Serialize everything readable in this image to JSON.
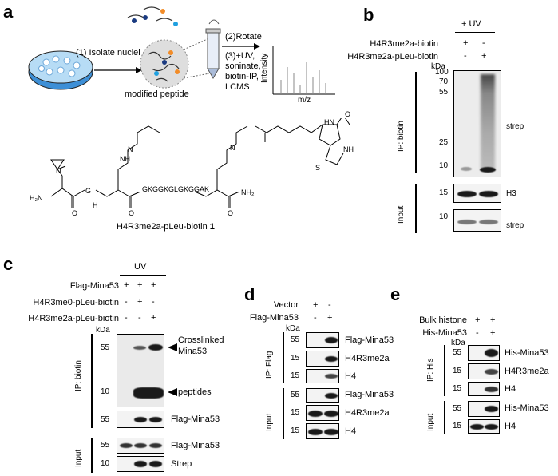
{
  "panel_labels": {
    "a": "a",
    "b": "b",
    "c": "c",
    "d": "d",
    "e": "e"
  },
  "panel_a": {
    "step1": "(1) Isolate nuclei",
    "step2": "(2)Rotate",
    "step3": [
      "(3)+UV,",
      "soninate,",
      "biotin-IP,",
      "LCMS"
    ],
    "modified_peptide": "modified peptide",
    "intensity": "Intensity",
    "mz": "m/z",
    "compound_name": "H4R3me2a-pLeu-biotin",
    "compound_number": "1",
    "struct": {
      "h2n": "H₂N",
      "g": "G",
      "seq": "GKGGKGLGKGGAK",
      "nh2": "NH₂",
      "h": "H",
      "n": "N",
      "o": "O",
      "s": "S",
      "hn": "HN",
      "nh": "NH"
    }
  },
  "panel_b": {
    "top_label": "+ UV",
    "rows": [
      {
        "label": "H4R3me2a-biotin",
        "signs": [
          "+",
          "-"
        ]
      },
      {
        "label": "H4R3me2a-pLeu-biotin",
        "signs": [
          "-",
          "+"
        ]
      }
    ],
    "kda": "kDa",
    "markers_ip": [
      "100",
      "70",
      "55",
      "25",
      "10"
    ],
    "ip_label": "IP: biotin",
    "input_label": "Input",
    "strep": "strep",
    "h3": "H3",
    "input_marker_h3": "15",
    "input_marker_strep": "10",
    "input_strep": "strep"
  },
  "panel_c": {
    "uv": "UV",
    "rows": [
      {
        "label": "Flag-Mina53",
        "signs": [
          "+",
          "+",
          "+"
        ]
      },
      {
        "label": "H4R3me0-pLeu-biotin",
        "signs": [
          "-",
          "+",
          "-"
        ]
      },
      {
        "label": "H4R3me2a-pLeu-biotin",
        "signs": [
          "-",
          "-",
          "+"
        ]
      }
    ],
    "kda": "kDa",
    "ip_label": "IP: biotin",
    "input_label": "Input",
    "m55": "55",
    "m10": "10",
    "crosslinked": [
      "Crosslinked",
      "Mina53"
    ],
    "peptides": "peptides",
    "flag_mina53": "Flag-Mina53",
    "input_flag": "Flag-Mina53",
    "input_strep": "Strep"
  },
  "panel_d": {
    "rows": [
      {
        "label": "Vector",
        "signs": [
          "+",
          "-"
        ]
      },
      {
        "label": "Flag-Mina53",
        "signs": [
          "-",
          "+"
        ]
      }
    ],
    "kda": "kDa",
    "ip_label": "IP: Flag",
    "input_label": "Input",
    "ip_blots": [
      {
        "marker": "55",
        "name": "Flag-Mina53"
      },
      {
        "marker": "15",
        "name": "H4R3me2a"
      },
      {
        "marker": "15",
        "name": "H4"
      }
    ],
    "input_blots": [
      {
        "marker": "55",
        "name": "Flag-Mina53"
      },
      {
        "marker": "15",
        "name": "H4R3me2a"
      },
      {
        "marker": "15",
        "name": "H4"
      }
    ]
  },
  "panel_e": {
    "rows": [
      {
        "label": "Bulk histone",
        "signs": [
          "+",
          "+"
        ]
      },
      {
        "label": "His-Mina53",
        "signs": [
          "-",
          "+"
        ]
      }
    ],
    "kda": "kDa",
    "ip_label": "IP: His",
    "input_label": "Input",
    "ip_blots": [
      {
        "marker": "55",
        "name": "His-Mina53"
      },
      {
        "marker": "15",
        "name": "H4R3me2a"
      },
      {
        "marker": "15",
        "name": "H4"
      }
    ],
    "input_blots": [
      {
        "marker": "55",
        "name": "His-Mina53"
      },
      {
        "marker": "15",
        "name": "H4"
      }
    ]
  }
}
